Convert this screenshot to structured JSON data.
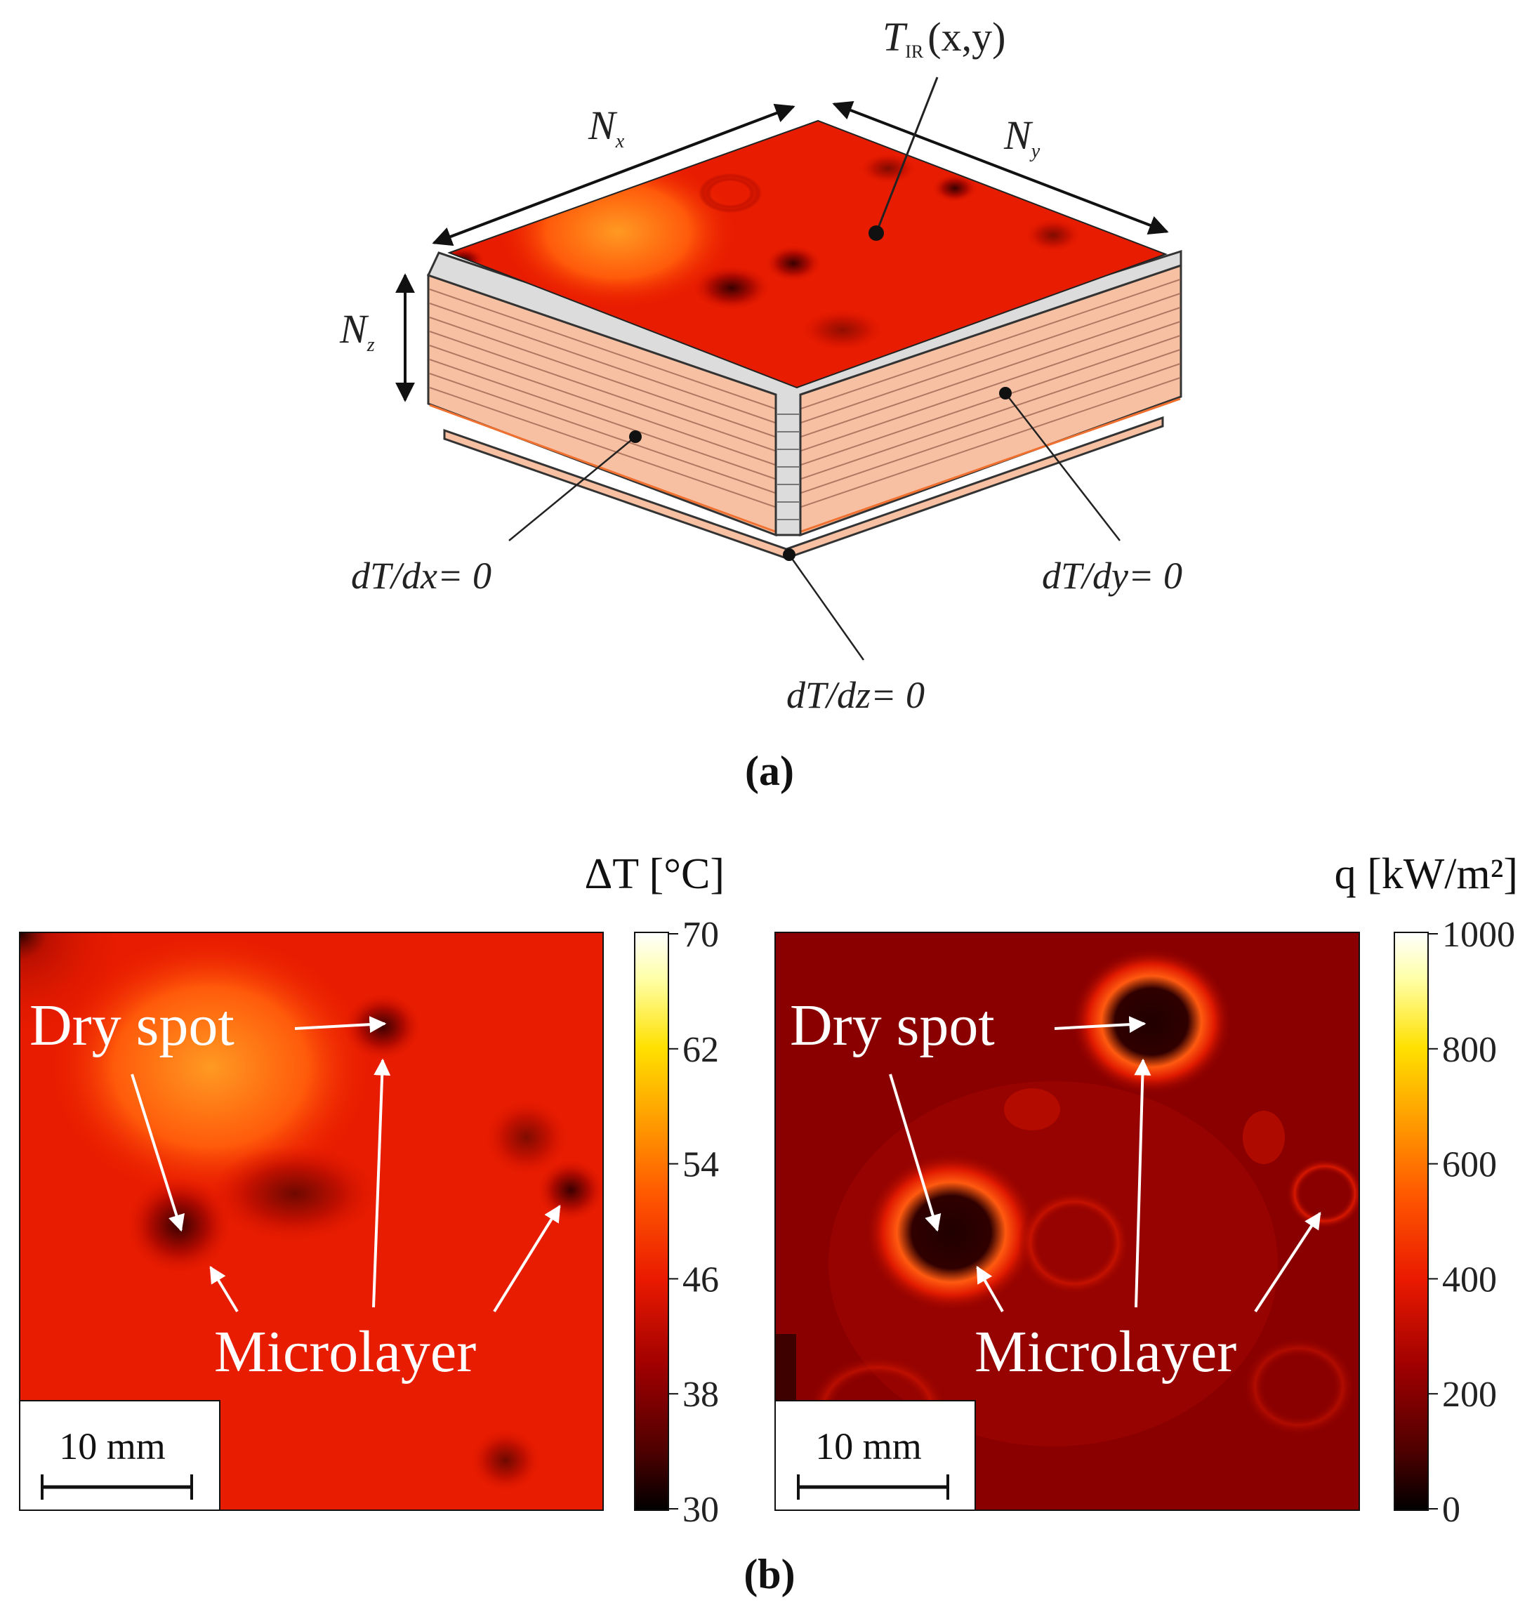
{
  "panel_a": {
    "caption": "(a)",
    "labels": {
      "t_ir_main": "T",
      "t_ir_sub": "IR",
      "t_ir_args": "(x,y)",
      "nx_main": "N",
      "nx_sub": "x",
      "ny_main": "N",
      "ny_sub": "y",
      "nz_main": "N",
      "nz_sub": "z",
      "bc_x": "dT/dx= 0",
      "bc_y": "dT/dy= 0",
      "bc_z": "dT/dz= 0"
    },
    "colors": {
      "slab": "#f8c0a2",
      "steel": "#dcdcdc",
      "outline": "#333333"
    }
  },
  "panel_b": {
    "caption": "(b)",
    "left_map": {
      "unit_label": "ΔT [°C]",
      "colorbar_ticks": [
        "70",
        "62",
        "54",
        "46",
        "38",
        "30"
      ],
      "colorbar_range": [
        30,
        70
      ],
      "annotation_dry": "Dry spot",
      "annotation_micro": "Microlayer",
      "scalebar_label": "10 mm"
    },
    "right_map": {
      "unit_label": "q [kW/m²]",
      "colorbar_ticks": [
        "1000",
        "800",
        "600",
        "400",
        "200",
        "0"
      ],
      "colorbar_range": [
        0,
        1000
      ],
      "annotation_dry": "Dry spot",
      "annotation_micro": "Microlayer",
      "scalebar_label": "10 mm"
    },
    "colormap": [
      "#000000",
      "#4d0000",
      "#a00000",
      "#ea1a00",
      "#ff5a00",
      "#ffa000",
      "#ffe000",
      "#ffffa8",
      "#ffffff"
    ]
  }
}
